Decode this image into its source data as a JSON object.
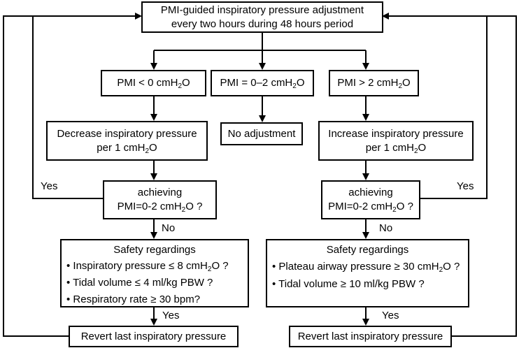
{
  "top": {
    "line1": "PMI-guided inspiratory pressure adjustment",
    "line2": "every two hours during 48 hours period"
  },
  "branches": {
    "left": {
      "pre": "PMI < 0 cmH",
      "sub": "2",
      "post": "O"
    },
    "middle": {
      "pre": "PMI = 0–2 cmH",
      "sub": "2",
      "post": "O"
    },
    "right": {
      "pre": "PMI > 2 cmH",
      "sub": "2",
      "post": "O"
    }
  },
  "actions": {
    "left": {
      "line1": "Decrease inspiratory pressure",
      "line2_pre": "per 1 cmH",
      "line2_sub": "2",
      "line2_post": "O"
    },
    "middle": "No adjustment",
    "right": {
      "line1": "Increase inspiratory pressure",
      "line2_pre": "per 1 cmH",
      "line2_sub": "2",
      "line2_post": "O"
    }
  },
  "checks": {
    "left": {
      "line1": "achieving",
      "line2_pre": "PMI=0-2 cmH",
      "line2_sub": "2",
      "line2_post": "O ?"
    },
    "right": {
      "line1": "achieving",
      "line2_pre": "PMI=0-2 cmH",
      "line2_sub": "2",
      "line2_post": "O ?"
    }
  },
  "labels": {
    "yes_left": "Yes",
    "yes_right": "Yes",
    "no_left": "No",
    "no_right": "No",
    "yes_bottom_left": "Yes",
    "yes_bottom_right": "Yes"
  },
  "safety_left": {
    "title": "Safety regardings",
    "item1_pre": "• Inspiratory pressure ≤ 8 cmH",
    "item1_sub": "2",
    "item1_post": "O ?",
    "item2": "• Tidal volume ≤ 4 ml/kg PBW ?",
    "item3": "• Respiratory rate ≥ 30 bpm?"
  },
  "safety_right": {
    "title": "Safety regardings",
    "item1_pre": "• Plateau airway pressure ≥ 30 cmH",
    "item1_sub": "2",
    "item1_post": "O ?",
    "item2": "• Tidal volume ≥ 10 ml/kg PBW ?"
  },
  "revert": {
    "left": "Revert last inspiratory pressure",
    "right": "Revert last inspiratory pressure"
  }
}
